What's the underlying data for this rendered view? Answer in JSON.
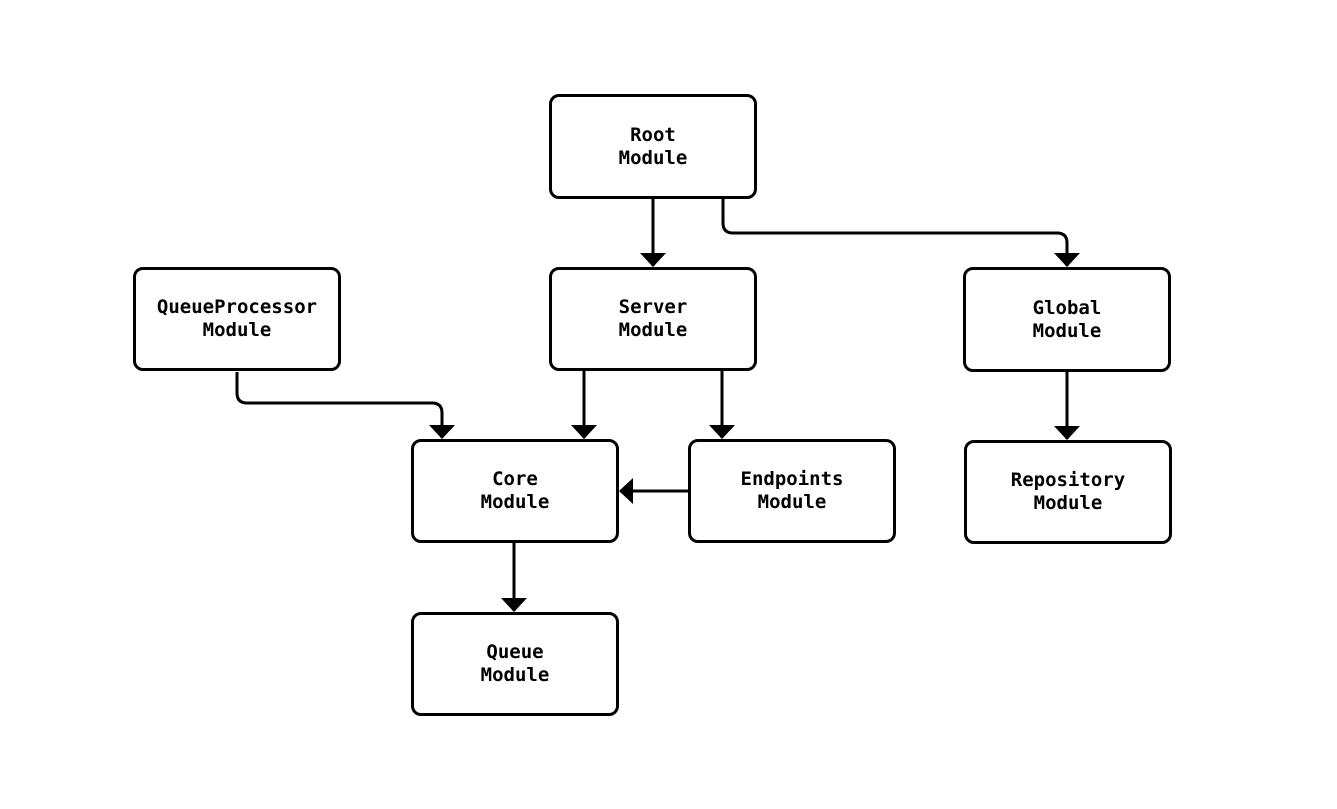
{
  "diagram": {
    "type": "module-dependency-flowchart",
    "background_color": "#ffffff",
    "node_style": {
      "fill": "#ffffff",
      "stroke": "#000000",
      "text_color": "#000000"
    },
    "nodes": [
      {
        "id": "root",
        "label": "Root\nModule"
      },
      {
        "id": "queueprocessor",
        "label": "QueueProcessor\nModule"
      },
      {
        "id": "server",
        "label": "Server\nModule"
      },
      {
        "id": "global",
        "label": "Global\nModule"
      },
      {
        "id": "core",
        "label": "Core\nModule"
      },
      {
        "id": "endpoints",
        "label": "Endpoints\nModule"
      },
      {
        "id": "repository",
        "label": "Repository\nModule"
      },
      {
        "id": "queue",
        "label": "Queue\nModule"
      }
    ],
    "edges": [
      {
        "from": "Root Module",
        "to": "Server Module"
      },
      {
        "from": "Root Module",
        "to": "Global Module"
      },
      {
        "from": "QueueProcessor Module",
        "to": "Core Module"
      },
      {
        "from": "Server Module",
        "to": "Core Module"
      },
      {
        "from": "Server Module",
        "to": "Endpoints Module"
      },
      {
        "from": "Endpoints Module",
        "to": "Core Module"
      },
      {
        "from": "Global Module",
        "to": "Repository Module"
      },
      {
        "from": "Core Module",
        "to": "Queue Module"
      }
    ]
  }
}
